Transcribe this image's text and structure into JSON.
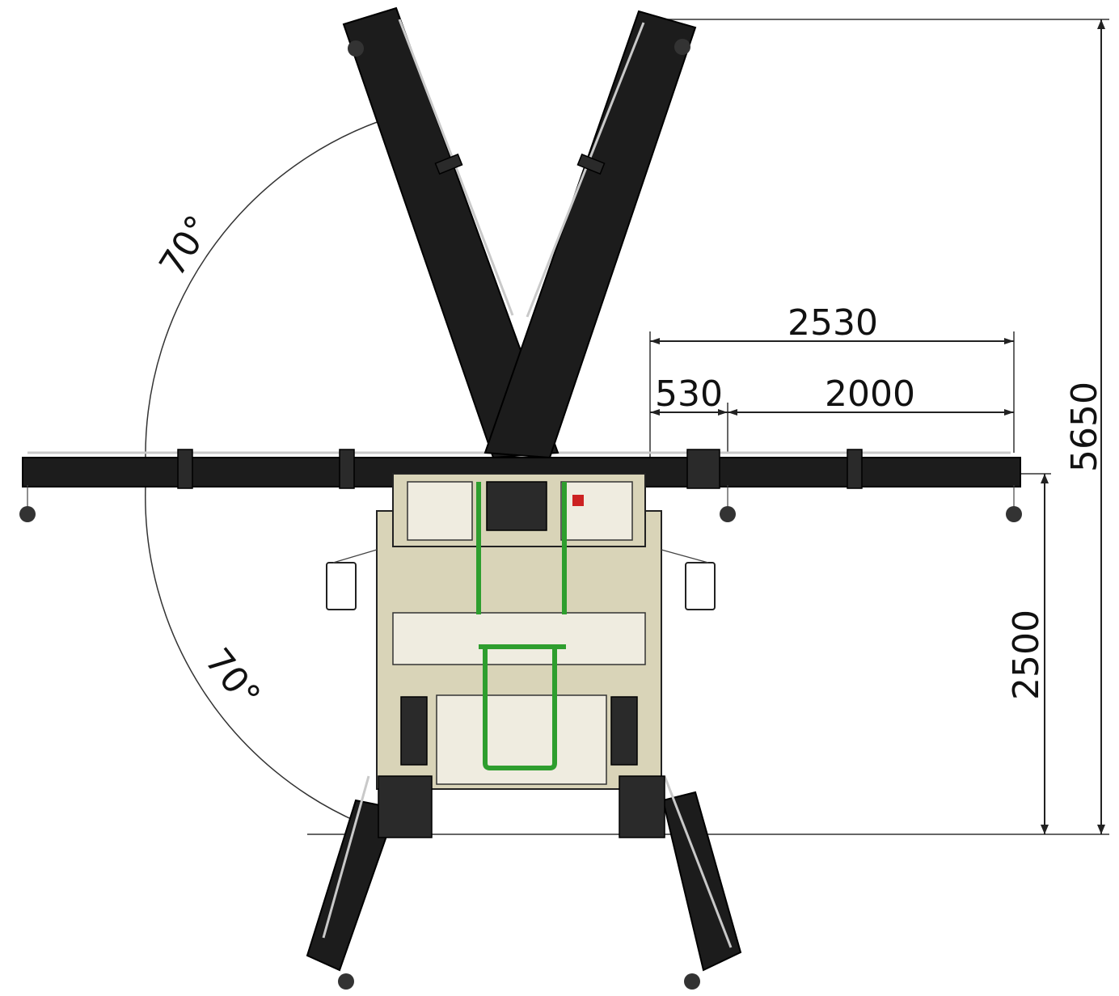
{
  "dimensions": {
    "top_width": "2530",
    "offset": "530",
    "extension": "2000",
    "total_height": "5650",
    "rear_height": "2500"
  },
  "angles": {
    "upper": "70°",
    "lower": "70°"
  },
  "colors": {
    "boom": "#1c1c1c",
    "body": "#d9d4b8",
    "handrail": "#2e9e2e",
    "warning": "#cc2222"
  }
}
